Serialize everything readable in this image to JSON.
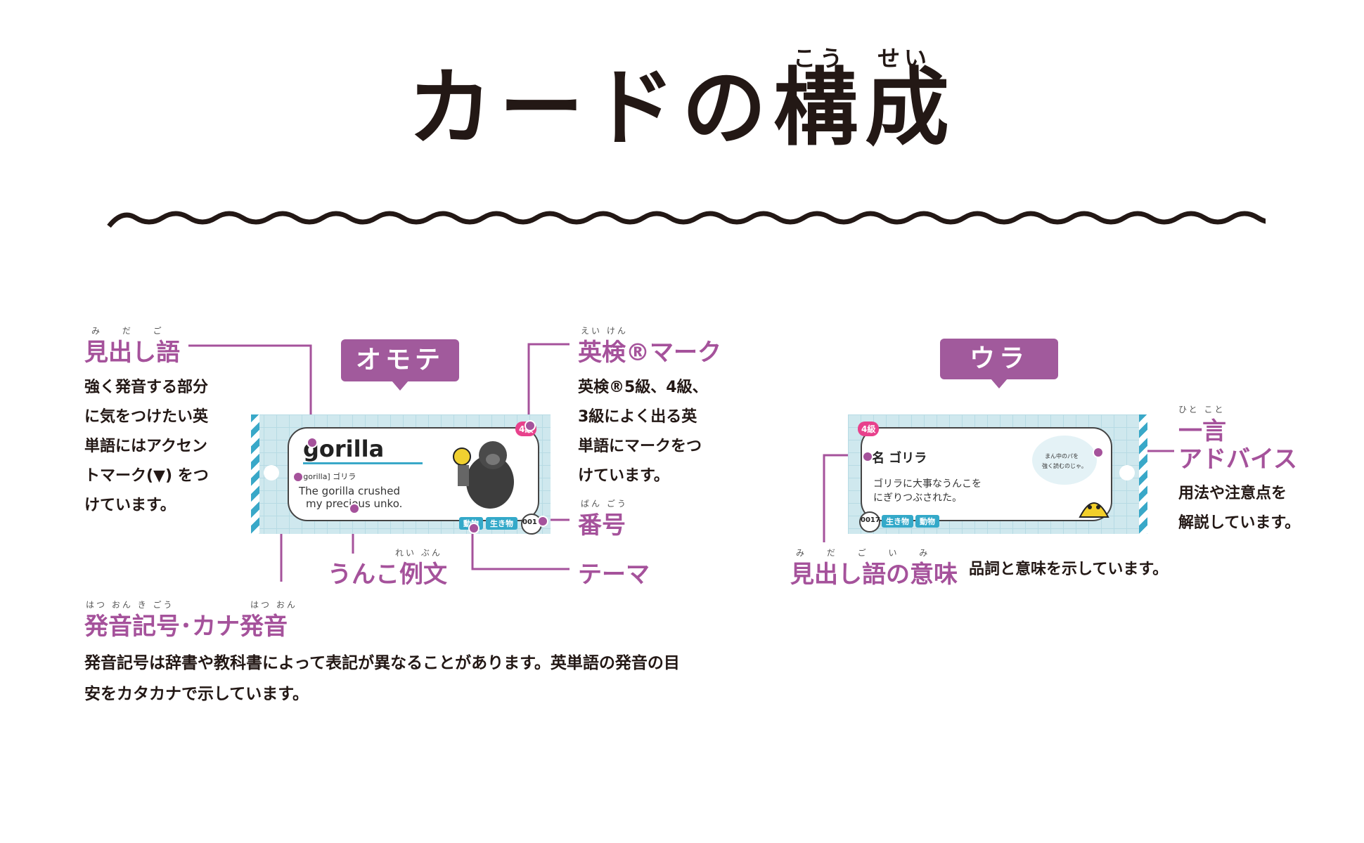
{
  "title": {
    "text": "カードの構成",
    "ruby_ko": "こう",
    "ruby_sei": "せい"
  },
  "front": {
    "tag": "オモテ",
    "headword": "gorilla",
    "pron": "[gorilla] ゴリラ",
    "example_line1": "The gorilla crushed",
    "example_line2": "my precious unko.",
    "grade_badge": "4級",
    "theme_pill1": "動物",
    "theme_pill2": "生き物",
    "number": "0017"
  },
  "back": {
    "tag": "ウラ",
    "grade_badge": "4級",
    "meaning": "名 ゴリラ",
    "sentence_line1": "ゴリラに大事なうんこを",
    "sentence_line2": "にぎりつぶされた。",
    "bubble_line1": "まん中のパを",
    "bubble_line2": "強く読むのじゃ。",
    "number": "0017",
    "theme_pill1": "生き物",
    "theme_pill2": "動物"
  },
  "annotations": {
    "midashigo": {
      "label": "見出し語",
      "ruby": "み だ ご",
      "desc": [
        "強く発音する部分",
        "に気をつけたい英",
        "単語にはアクセン",
        "トマーク(▼) をつ",
        "けています。"
      ]
    },
    "eiken": {
      "label": "英検®マーク",
      "ruby": "えい けん",
      "desc": [
        "英検®5級、4級、",
        "3級によく出る英",
        "単語にマークをつ",
        "けています。"
      ]
    },
    "bango": {
      "label": "番号",
      "ruby": "ばん ごう"
    },
    "theme": {
      "label": "テーマ"
    },
    "unko": {
      "label": "うんこ例文",
      "ruby": "れい ぶん"
    },
    "hatsuon": {
      "label": "発音記号･カナ発音",
      "ruby1": "はつ おん き ごう",
      "ruby2": "はつ おん",
      "desc1": "発音記号は辞書や教科書によって表記が異なることがあります。英単語の発音の目",
      "desc2": "安をカタカナで示しています。"
    },
    "hitokoto": {
      "label": "一言",
      "ruby": "ひと こと"
    },
    "advice": {
      "label": "アドバイス",
      "desc": [
        "用法や注意点を",
        "解説しています。"
      ]
    },
    "imi": {
      "label": "見出し語の意味",
      "ruby": "み だ ご い み",
      "desc": "品詞と意味を示しています。"
    }
  }
}
